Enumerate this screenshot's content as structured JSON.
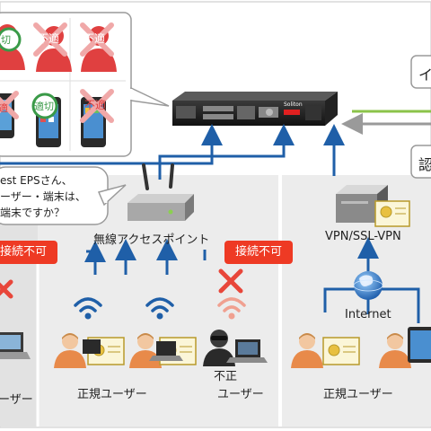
{
  "colors": {
    "panel_bg": "#ececec",
    "arrow_blue": "#1f5fa8",
    "accent_red": "#ee3a24",
    "denied_x": "#e8463a",
    "approved_green": "#3a9a48",
    "user_skin": "#f2c7a0",
    "user_shirt": "#e88a4a",
    "rogue_gray": "#3a3a3a"
  },
  "icons": {
    "server": "network-appliance-icon",
    "router": "wireless-router-icon",
    "vpn": "vpn-gateway-icon",
    "wifi": "wifi-signal-icon",
    "globe": "internet-globe-icon",
    "user": "user-icon",
    "certificate": "certificate-icon",
    "deny": "deny-x-icon",
    "approve": "approved-stamp-icon"
  },
  "bubble": {
    "stamp_ok": "適切",
    "stamp_ng": "不適",
    "stamp_ok_partial": "切",
    "stamp_ng_partial": "適",
    "question_lines": [
      "est EPSさん、",
      "ーザー・端末は、",
      "端末ですか？"
    ]
  },
  "server": {
    "brand": "Soliton"
  },
  "right_callouts": [
    "イ",
    "認"
  ],
  "labels": {
    "wireless_ap": "無線アクセスポイント",
    "vpn": "VPN/SSL-VPN",
    "internet": "Internet",
    "legit_user": "正規ユーザー",
    "legit_user_left": "ーザー",
    "rogue_line1": "不正",
    "rogue_line2": "ユーザー"
  },
  "badges": {
    "deny": "接続不可"
  }
}
